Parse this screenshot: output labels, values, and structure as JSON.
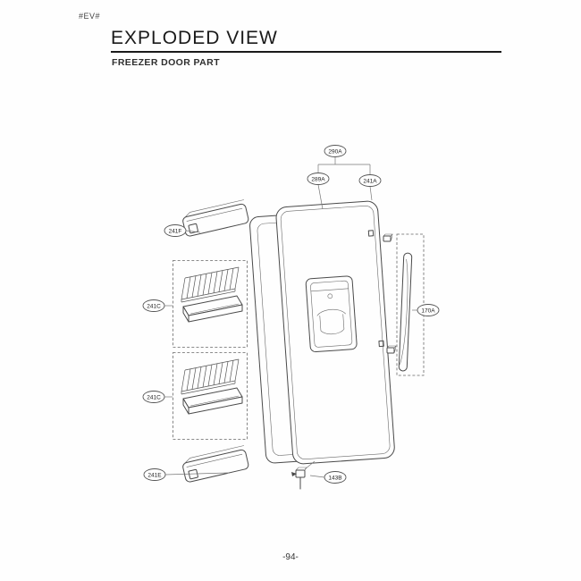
{
  "page": {
    "doc_code": "#EV#",
    "title": "EXPLODED VIEW",
    "subtitle": "FREEZER DOOR PART",
    "page_number": "-94-"
  },
  "diagram": {
    "kind": "exploded-view-line-drawing",
    "callouts": [
      {
        "label": "290A",
        "part": "door-parts-group"
      },
      {
        "label": "289A",
        "part": "door-gasket"
      },
      {
        "label": "241A",
        "part": "freezer-door-assembly"
      },
      {
        "label": "241F",
        "part": "upper-door-bin"
      },
      {
        "label": "241C",
        "part": "wire-basket-upper"
      },
      {
        "label": "241C",
        "part": "wire-basket-lower"
      },
      {
        "label": "241E",
        "part": "lower-door-bin"
      },
      {
        "label": "170A",
        "part": "door-handle"
      },
      {
        "label": "143B",
        "part": "hinge-pin"
      }
    ],
    "colors": {
      "line": "#4a4a4a",
      "callout_stroke": "#555555",
      "text": "#1c1c1c",
      "background": "#fefefe"
    }
  }
}
